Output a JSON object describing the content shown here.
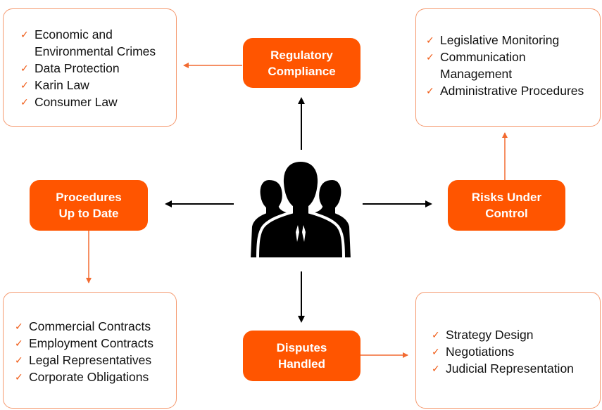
{
  "center": {
    "icon": "business-team-icon"
  },
  "nodes": {
    "regulatory": {
      "lines": [
        "Regulatory",
        "Compliance"
      ]
    },
    "procedures": {
      "lines": [
        "Procedures",
        "Up to Date"
      ]
    },
    "risks": {
      "lines": [
        "Risks Under",
        "Control"
      ]
    },
    "disputes": {
      "lines": [
        "Disputes",
        "Handled"
      ]
    }
  },
  "lists": {
    "regulatory": {
      "items": [
        "Economic and Environmental Crimes",
        "Data Protection",
        "Karin Law",
        "Consumer Law"
      ]
    },
    "risks": {
      "items": [
        "Legislative Monitoring",
        "Communication Management",
        "Administrative Procedures"
      ]
    },
    "procedures": {
      "items": [
        "Commercial Contracts",
        "Employment Contracts",
        "Legal Representatives",
        "Corporate Obligations"
      ]
    },
    "disputes": {
      "items": [
        "Strategy Design",
        "Negotiations",
        "Judicial Representation"
      ]
    }
  },
  "check_glyph": "✓",
  "colors": {
    "accent": "#ff5500",
    "box_border": "#f59a70",
    "arrow_dark": "#000000",
    "arrow_accent": "#f26a30"
  }
}
